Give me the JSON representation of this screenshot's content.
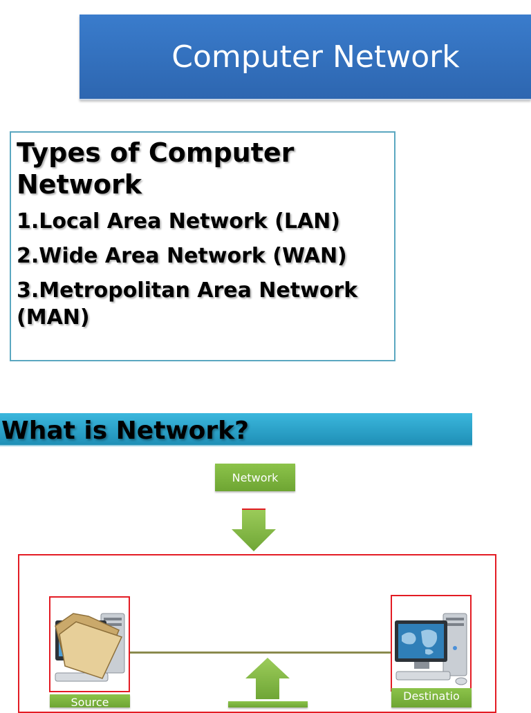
{
  "slide1": {
    "title": "Computer Network"
  },
  "types_box": {
    "heading": "Types of Computer Network",
    "items": [
      "1.Local Area Network (LAN)",
      "2.Wide Area Network (WAN)",
      "3.Metropolitan Area Network (MAN)"
    ]
  },
  "slide2": {
    "title": "What is Network?",
    "network_label": "Network",
    "source_label": "Source",
    "destination_label": "Destinatio",
    "colors": {
      "frame_red": "#e31b23",
      "label_green": "#7cb342",
      "banner_blue": "#2f6fbd",
      "banner_cyan": "#2aa6cf"
    },
    "icons": [
      "down-arrow-icon",
      "up-arrow-icon",
      "folder-icon",
      "desktop-computer-icon",
      "globe-monitor-icon"
    ]
  }
}
